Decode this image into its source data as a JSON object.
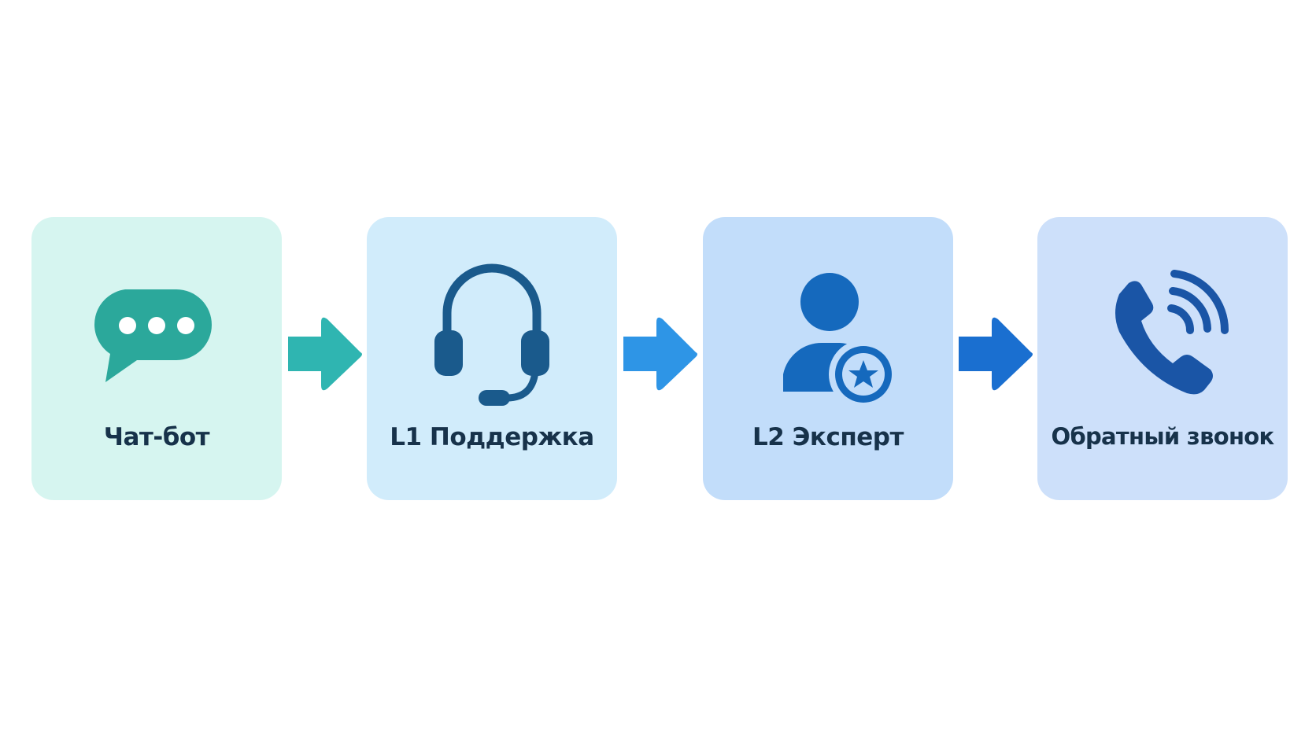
{
  "steps": [
    {
      "label": "Чат-бот",
      "icon": "chat-bubble-icon",
      "bg": "#d6f5f0",
      "icon_color": "#2ba89b",
      "text_color": "#17324a"
    },
    {
      "label": "L1 Поддержка",
      "icon": "headset-icon",
      "bg": "#d1ecfb",
      "icon_color": "#1a5a8c",
      "text_color": "#17324a"
    },
    {
      "label": "L2 Эксперт",
      "icon": "expert-user-star-icon",
      "bg": "#c2ddfa",
      "icon_color": "#1569bd",
      "text_color": "#17324a"
    },
    {
      "label": "Обратный звонок",
      "icon": "phone-callback-icon",
      "bg": "#cde0fa",
      "icon_color": "#1a55a6",
      "text_color": "#17324a"
    }
  ],
  "arrows": [
    {
      "icon": "arrow-right-icon",
      "color": "#2fb5b1"
    },
    {
      "icon": "arrow-right-icon",
      "color": "#2e95e6"
    },
    {
      "icon": "arrow-right-icon",
      "color": "#1a6fd0"
    }
  ]
}
